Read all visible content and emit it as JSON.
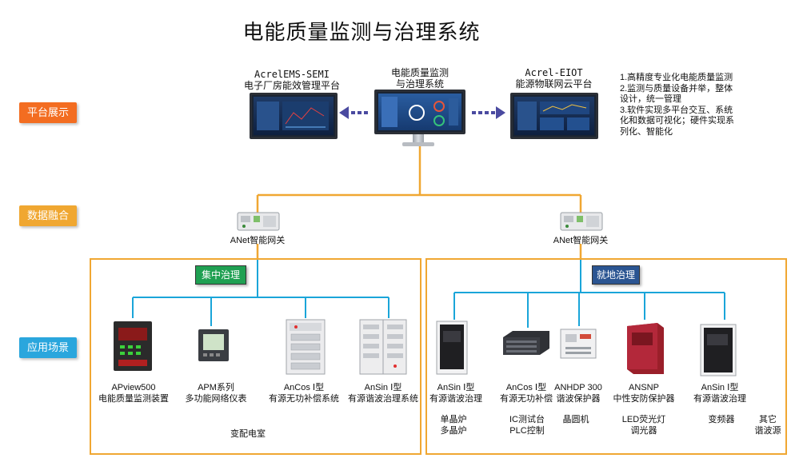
{
  "title": "电能质量监测与治理系统",
  "colors": {
    "line_orange": "#f0a732",
    "line_blue": "#1aa5d9",
    "label_orange": "#f36d21",
    "label_yellow": "#f0a731",
    "label_blue": "#2aa6dd",
    "label_green": "#1fa052",
    "label_navy": "#2b5592"
  },
  "side_labels": [
    "平台展示",
    "数据融合",
    "应用场景"
  ],
  "platforms": {
    "left": {
      "line1": "AcrelEMS-SEMI",
      "line2": "电子厂房能效管理平台"
    },
    "center": {
      "line1": "电能质量监测",
      "line2": "与治理系统"
    },
    "right": {
      "line1": "Acrel-EIOT",
      "line2": "能源物联网云平台"
    }
  },
  "notes": [
    "1.高精度专业化电能质量监测",
    "2.监测与质量设备并举，整体",
    "设计，统一管理",
    "3.软件实现多平台交互、系统",
    "化和数据可视化；硬件实现系",
    "列化、智能化"
  ],
  "gateways": [
    "ANet智能网关",
    "ANet智能网关"
  ],
  "sections": {
    "left": "集中治理",
    "right": "就地治理"
  },
  "left_devices": [
    {
      "line1": "APview500",
      "line2": "电能质量监测装置"
    },
    {
      "line1": "APM系列",
      "line2": "多功能网络仪表"
    },
    {
      "line1": "AnCos Ⅰ型",
      "line2": "有源无功补偿系统"
    },
    {
      "line1": "AnSin Ⅰ型",
      "line2": "有源谐波治理系统"
    }
  ],
  "left_scene": "变配电室",
  "right_devices": [
    {
      "line1": "AnSin Ⅰ型",
      "line2": "有源谐波治理"
    },
    {
      "line1": "AnCos Ⅰ型",
      "line2": "有源无功补偿"
    },
    {
      "line1": "ANHDP 300",
      "line2": "谐波保护器"
    },
    {
      "line1": "ANSNP",
      "line2": "中性安防保护器"
    },
    {
      "line1": "AnSin Ⅰ型",
      "line2": "有源谐波治理"
    }
  ],
  "right_scenes": [
    {
      "line1": "单晶炉",
      "line2": "多晶炉"
    },
    {
      "line1": "IC测试台",
      "line2": "PLC控制"
    },
    {
      "line1": "晶圆机",
      "line2": ""
    },
    {
      "line1": "LED荧光灯",
      "line2": "调光器"
    },
    {
      "line1": "变频器",
      "line2": ""
    },
    {
      "line1": "其它",
      "line2": "谐波源"
    }
  ]
}
